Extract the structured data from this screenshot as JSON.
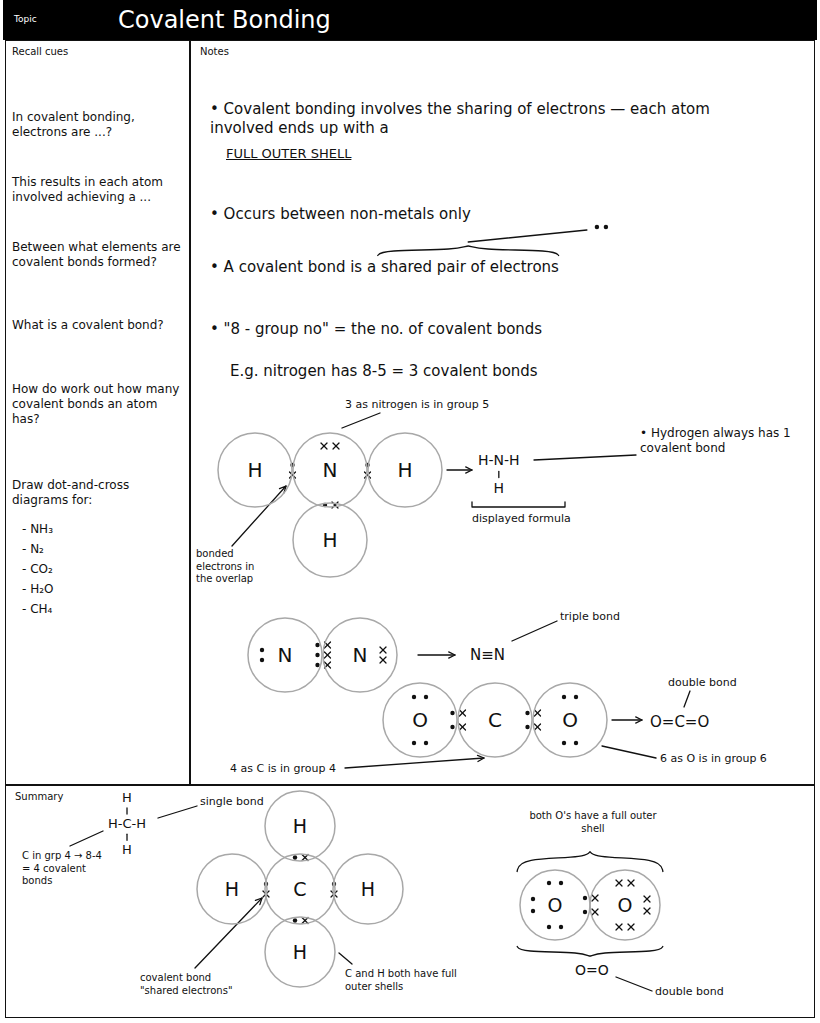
{
  "diagram": {
    "title": "Covalent Bonding",
    "nodes": [
      {
        "text": [
          "Recall cues",
          "In covalent bonding, electrons are ...?",
          "This results in each atom involved achieving a ...",
          "Between what elements are covalent bonds formed?",
          "What is a covalent bond?",
          "How do work out how many covalent bonds an atom has?",
          "Draw dot-and-cross diagrams for:",
          "- NH₃",
          "- N₂",
          "- CO₂",
          "- H₂O",
          "- CH₄"
        ]
      },
      {
        "text": [
          "Notes",
          "• Covalent bonding involves the sharing of electrons — each atom involved ends up with a",
          "FULL OUTER SHELL",
          "• Occurs between non-metals only",
          "• A covalent bond is a shared pair of electrons",
          "• \"8 - group no\" = the no. of covalent bonds",
          "E.g. nitrogen has 8-5 = 3 covalent bonds"
        ]
      },
      {
        "text": [
          "H"
        ],
        "in": 1
      },
      {
        "text": [
          "N"
        ],
        "in": 1
      },
      {
        "text": [
          "H"
        ],
        "in": 1
      },
      {
        "text": [
          "H"
        ],
        "in": 1
      },
      {
        "text": [
          "N"
        ],
        "in": 1
      },
      {
        "text": [
          "N"
        ],
        "in": 1
      },
      {
        "text": [
          "O"
        ],
        "in": 1
      },
      {
        "text": [
          "C"
        ],
        "in": 1
      },
      {
        "text": [
          "O"
        ],
        "in": 1
      },
      {
        "text": [
          "Summary"
        ]
      },
      {
        "text": [
          "H"
        ],
        "in": 11
      },
      {
        "text": [
          "H"
        ],
        "in": 11
      },
      {
        "text": [
          "C"
        ],
        "in": 11
      },
      {
        "text": [
          "H"
        ],
        "in": 11
      },
      {
        "text": [
          "H"
        ],
        "in": 11
      },
      {
        "text": [
          "O"
        ],
        "in": 11
      },
      {
        "text": [
          "O"
        ],
        "in": 11
      }
    ],
    "labels": [
      "Topic",
      "3 as nitrogen is in group 5",
      "H-N-H",
      "H",
      "displayed formula",
      "• Hydrogen always has 1 covalent bond",
      "bonded electrons in the overlap",
      "N≡N",
      "triple bond",
      "O=C=O",
      "double bond",
      "4 as C is in group 4",
      "6 as O is in group 6",
      "H",
      "H-C-H",
      "H",
      "single bond",
      "C in grp 4 → 8-4 = 4 covalent bonds",
      "covalent bond \"shared electrons\"",
      "C and H both have full outer shells",
      "both O's have a full outer shell",
      "O=O",
      "double bond"
    ]
  }
}
